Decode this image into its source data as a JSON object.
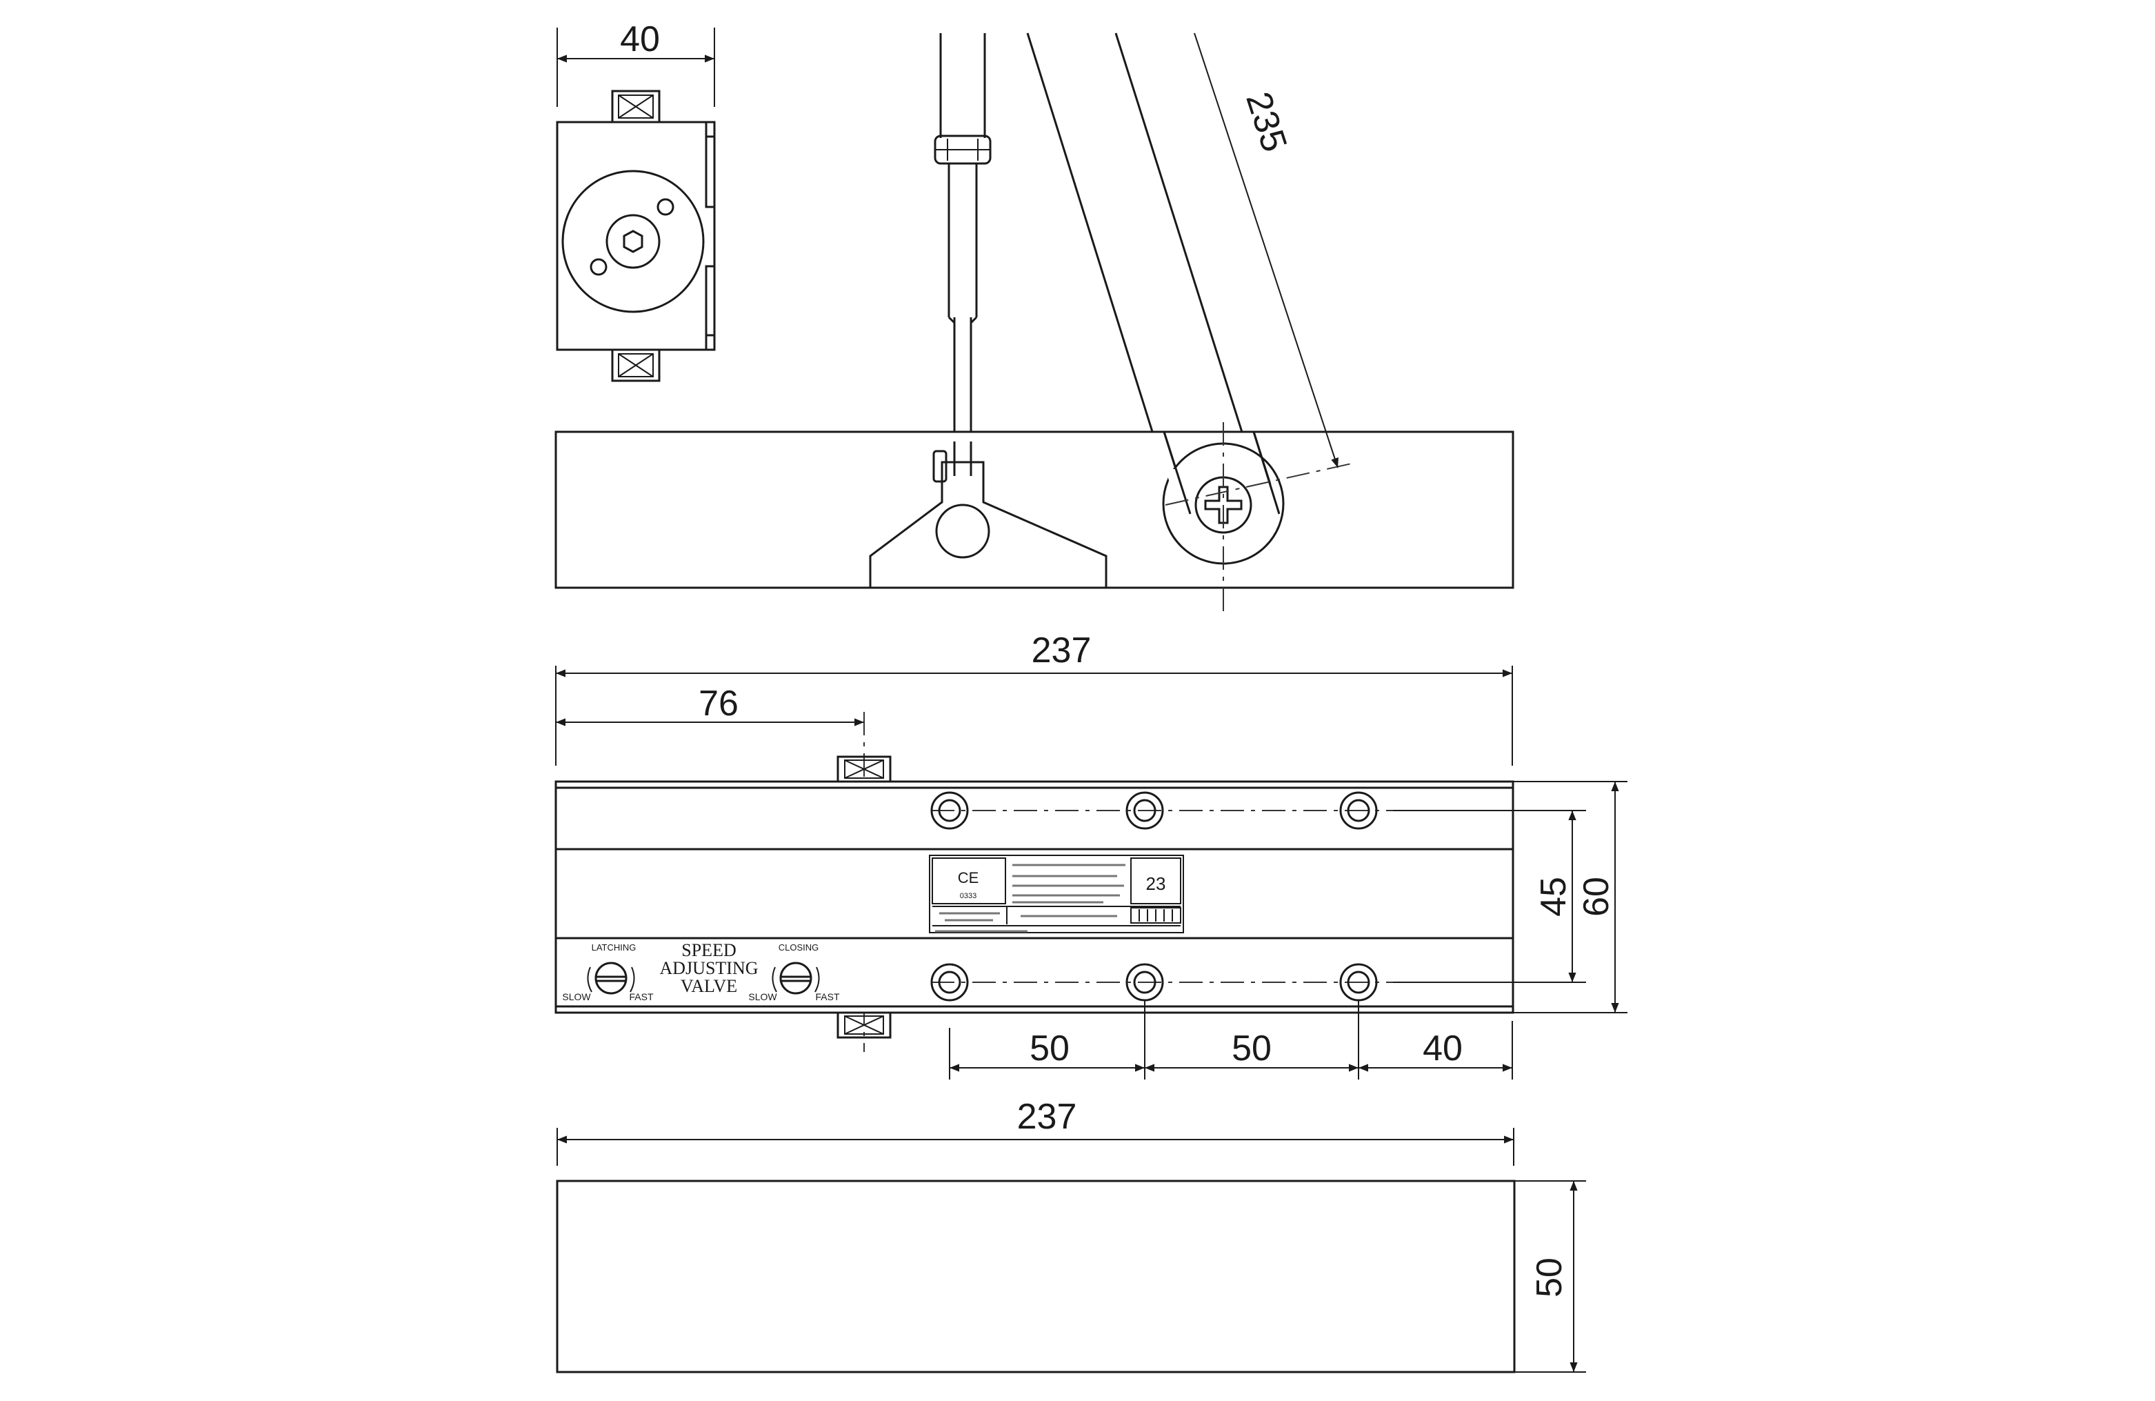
{
  "dimensions": {
    "top_width": "40",
    "arm_length": "235",
    "overall_length_front": "237",
    "hinge_offset": "76",
    "height_inner": "45",
    "height_outer": "60",
    "hole_spacing_1": "50",
    "hole_spacing_2": "50",
    "end_offset": "40",
    "overall_length_bottom": "237",
    "bottom_height": "50"
  },
  "valve": {
    "title_line1": "SPEED",
    "title_line2": "ADJUSTING",
    "title_line3": "VALVE",
    "left_label": "LATCHING",
    "right_label": "CLOSING",
    "slow": "SLOW",
    "fast": "FAST"
  },
  "nameplate": {
    "ce_mark": "CE",
    "ce_code": "0333",
    "size": "23"
  },
  "colors": {
    "line": "#1a1a1a",
    "background": "#ffffff"
  }
}
